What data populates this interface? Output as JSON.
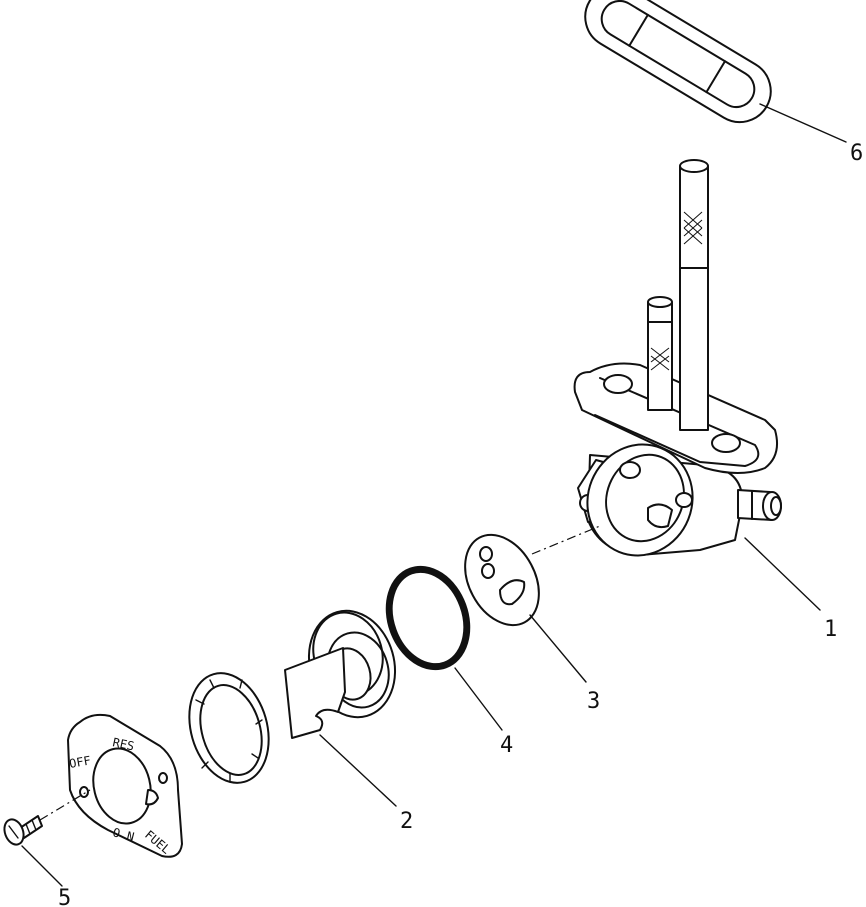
{
  "callouts": {
    "c1": "1",
    "c2": "2",
    "c3": "3",
    "c4": "4",
    "c5": "5",
    "c6": "6"
  },
  "plate_labels": {
    "res": "RES",
    "off": "OFF",
    "on": "O N",
    "fuel": "FUEL"
  },
  "colors": {
    "line": "#111111",
    "background": "#ffffff"
  }
}
